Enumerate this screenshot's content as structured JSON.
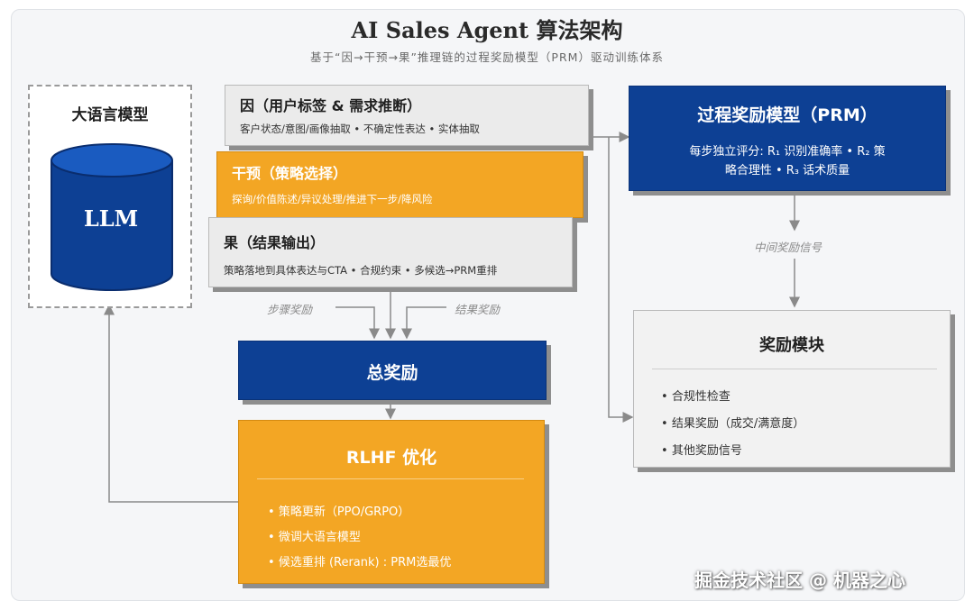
{
  "title": "AI Sales Agent 算法架构",
  "subtitle": "基于“因→干预→果”推理链的过程奖励模型（PRM）驱动训练体系",
  "llm": {
    "label": "大语言模型",
    "cylinder_text": "LLM"
  },
  "cause": {
    "title": "因（用户标签 & 需求推断）",
    "desc": "客户状态/意图/画像抽取 • 不确定性表达 • 实体抽取"
  },
  "intervention": {
    "title": "干预（策略选择）",
    "desc": "探询/价值陈述/异议处理/推进下一步/降风险"
  },
  "effect": {
    "title": "果（结果输出）",
    "desc": "策略落地到具体表达与CTA • 合规约束 • 多候选→PRM重排"
  },
  "labels": {
    "step_reward": "步骤奖励",
    "result_reward": "结果奖励",
    "middle_signal": "中间奖励信号"
  },
  "total_reward": "总奖励",
  "rlhf": {
    "title": "RLHF 优化",
    "items": [
      "策略更新（PPO/GRPO）",
      "微调大语言模型",
      "候选重排 (Rerank) : PRM选最优"
    ]
  },
  "prm": {
    "title": "过程奖励模型（PRM）",
    "line1": "每步独立评分: R₁ 识别准确率 • R₂ 策",
    "line2": "略合理性 • R₃ 话术质量"
  },
  "reward_module": {
    "title": "奖励模块",
    "items": [
      "合规性检查",
      "结果奖励（成交/满意度）",
      "其他奖励信号"
    ]
  },
  "watermark": "掘金技术社区 @ 机器之心",
  "colors": {
    "blue": "#0d4094",
    "orange": "#f3a624",
    "gray": "#ebebeb",
    "arrow": "#8a8a8a"
  }
}
